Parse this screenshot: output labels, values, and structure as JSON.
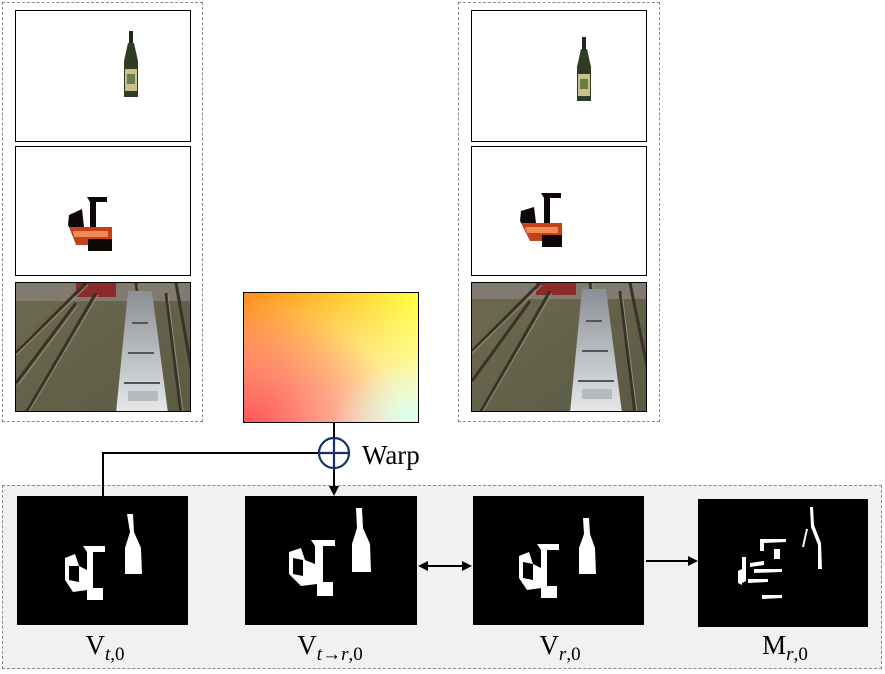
{
  "warp": {
    "label": "Warp"
  },
  "masks": [
    {
      "base": "V",
      "sub_italic": "t",
      "sub_rest": ",0"
    },
    {
      "base": "V",
      "sub_italic": "t",
      "sub_arrow": "→",
      "sub_italic2": "r",
      "sub_rest": ",0"
    },
    {
      "base": "V",
      "sub_italic": "r",
      "sub_rest": ",0"
    },
    {
      "base": "M",
      "sub_italic": "r",
      "sub_rest": ",0"
    }
  ],
  "colors": {
    "flow_orange": "#ff8a1a",
    "flow_yellow": "#ffff40",
    "flow_red": "#ff4a4a",
    "flow_cyan": "#d8fff0",
    "warp_circle": "#17306b",
    "panel_bg": "#f1f1f1"
  }
}
